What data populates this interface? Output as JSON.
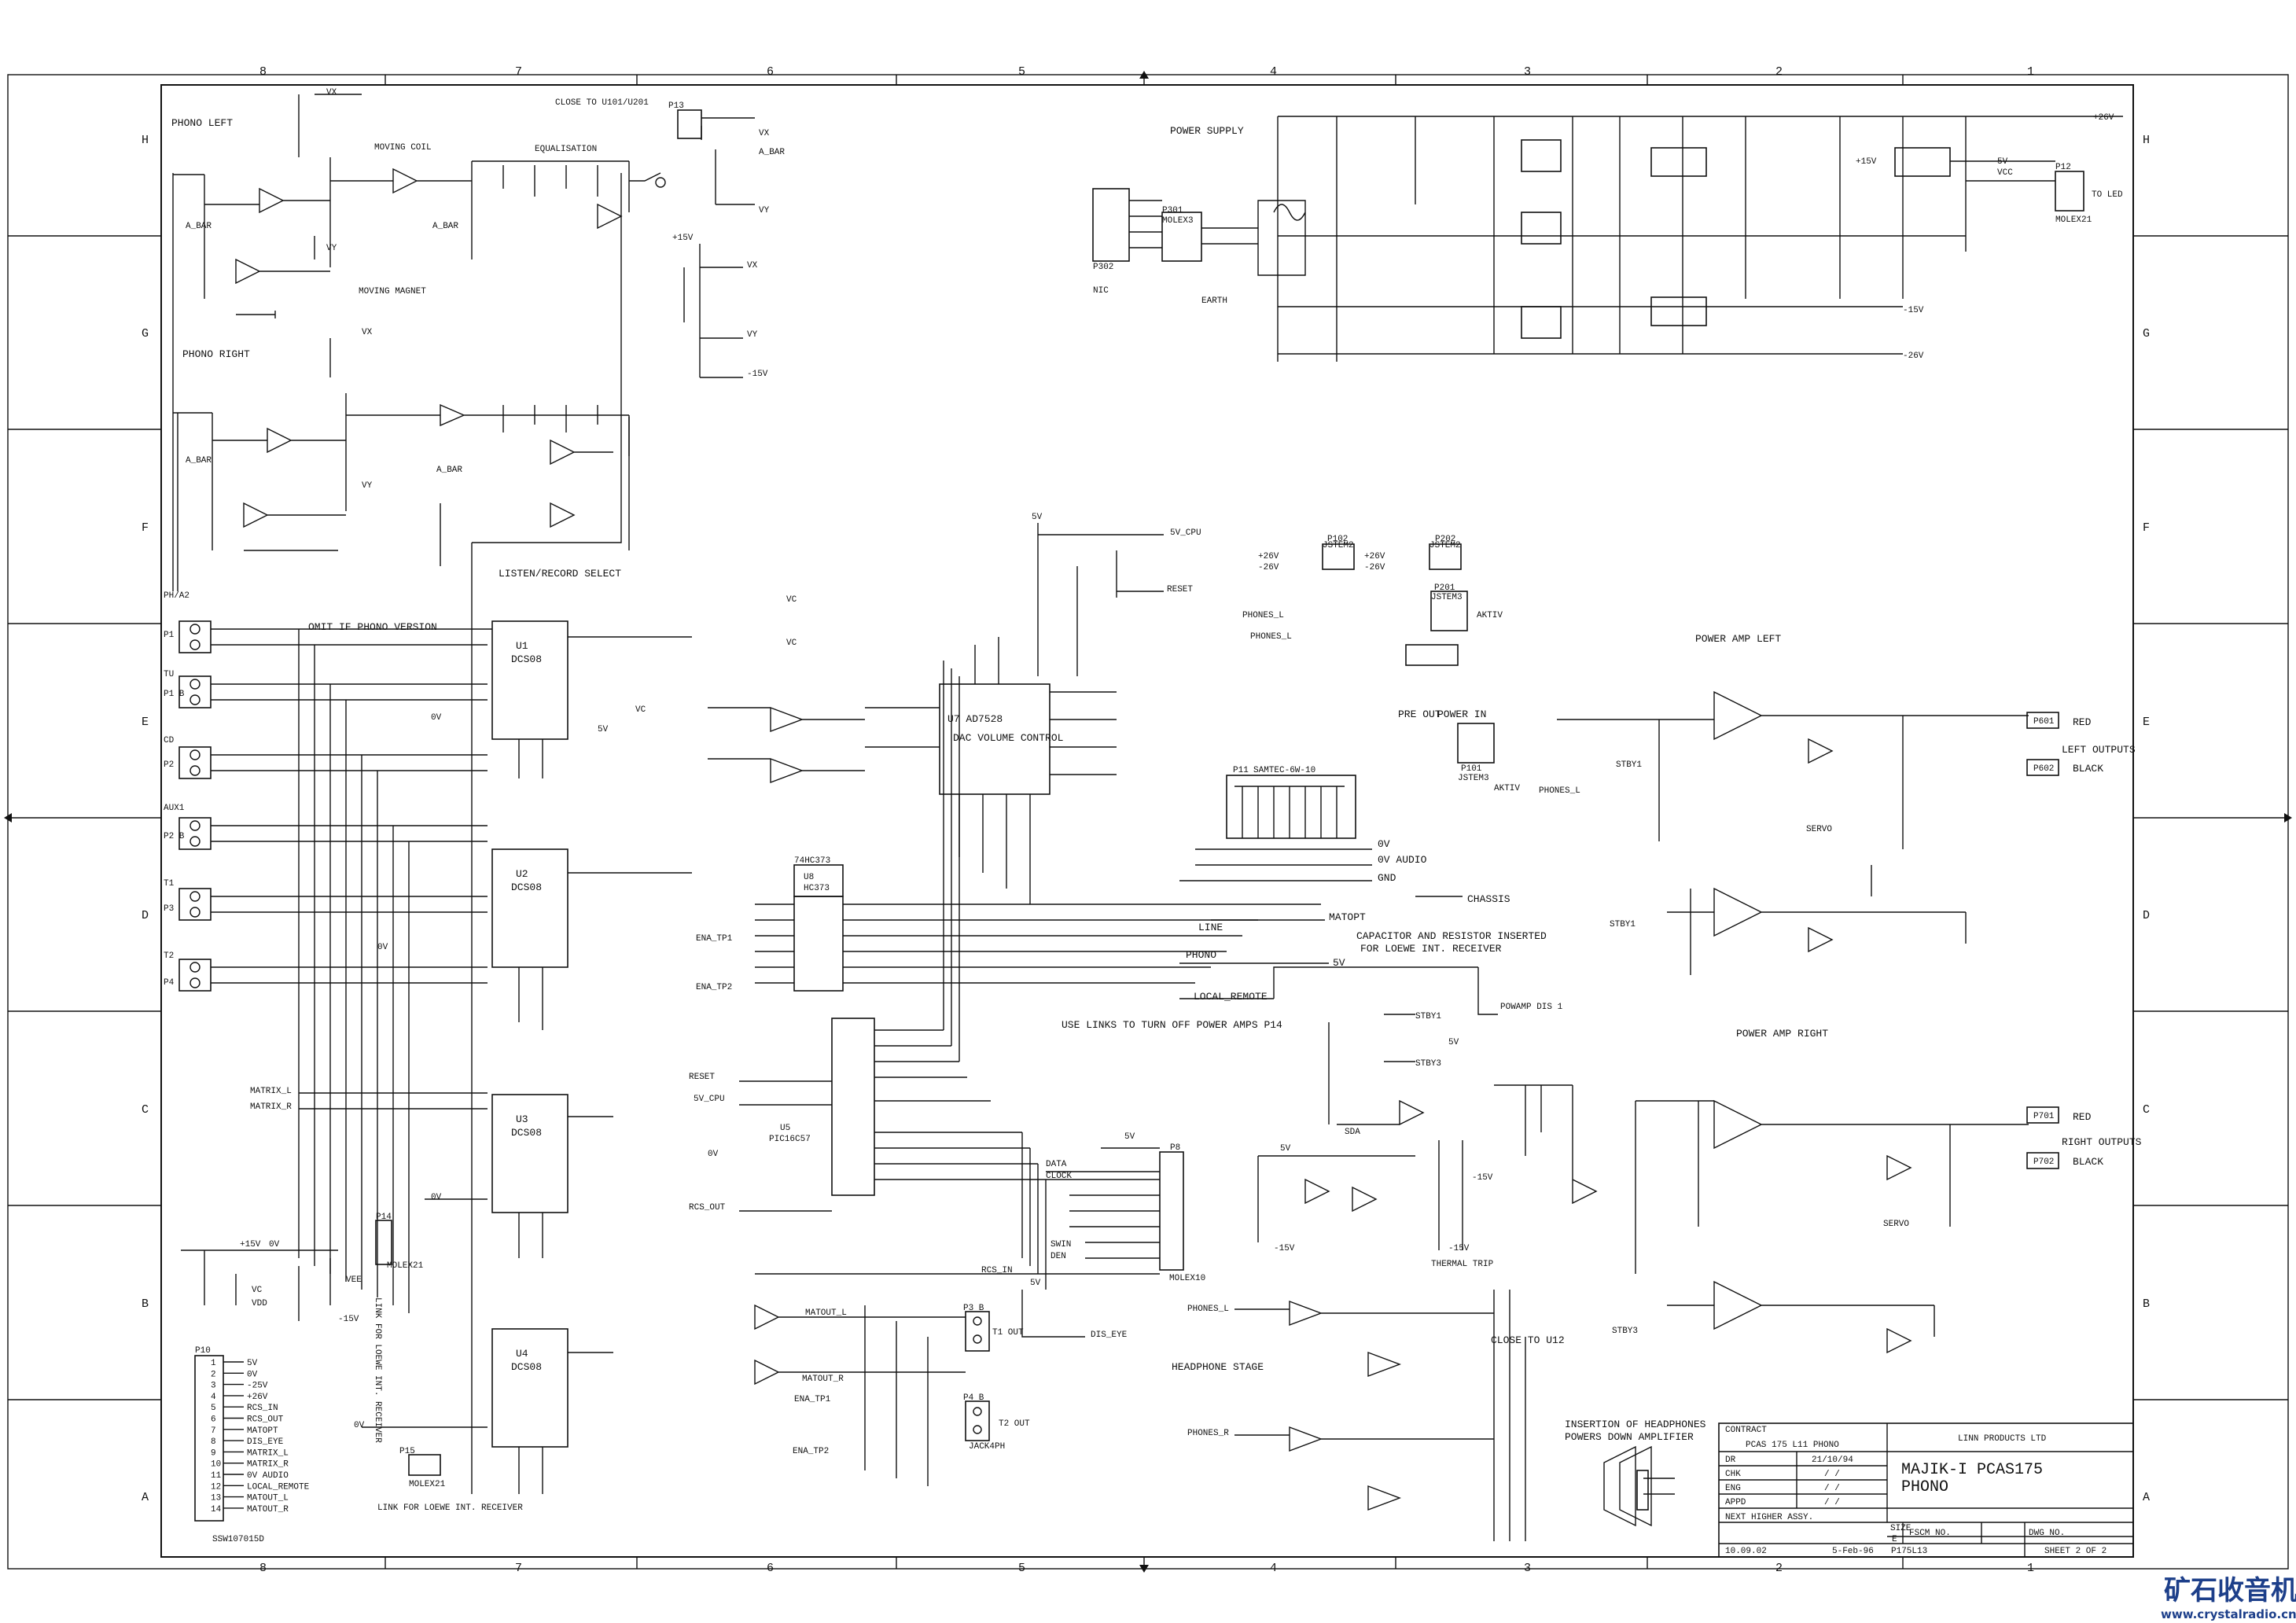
{
  "border": {
    "cols_top": [
      "8",
      "7",
      "6",
      "5",
      "4",
      "3",
      "2",
      "1"
    ],
    "cols_bottom": [
      "8",
      "7",
      "6",
      "5",
      "4",
      "3",
      "2",
      "1"
    ],
    "rows_left": [
      "H",
      "G",
      "F",
      "E",
      "D",
      "C",
      "B",
      "A"
    ],
    "rows_right": [
      "H",
      "G",
      "F",
      "E",
      "D",
      "C",
      "B",
      "A"
    ]
  },
  "sections": {
    "phono_left": "PHONO LEFT",
    "phono_right": "PHONO RIGHT",
    "moving_coil": "MOVING COIL",
    "moving_magnet": "MOVING MAGNET",
    "equalisation": "EQUALISATION",
    "close_u": "CLOSE TO U101/U201",
    "power_supply": "POWER SUPPLY",
    "listen_record": "LISTEN/RECORD SELECT",
    "omit": "OMIT IF PHONO VERSION",
    "dac": "DAC VOLUME CONTROL",
    "power_amp_left": "POWER AMP LEFT",
    "power_amp_right": "POWER AMP RIGHT",
    "left_outputs": "LEFT OUTPUTS",
    "right_outputs": "RIGHT OUTPUTS",
    "headphone_stage": "HEADPHONE STAGE",
    "cap_note_1": "CAPACITOR AND RESISTOR INSERTED",
    "cap_note_2": "FOR LOEWE INT. RECEIVER",
    "links_note": "USE LINKS TO TURN OFF POWER AMPS P14",
    "hp_note_1": "INSERTION OF HEADPHONES",
    "hp_note_2": "POWERS DOWN AMPLIFIER",
    "close_u12": "CLOSE TO U12",
    "link_loewe": "LINK FOR LOEWE INT. RECEIVER",
    "link_loewe_v": "LINK FOR LOEWE INT. RECEIVER",
    "servo": "SERVO",
    "thermal_trip": "THERMAL TRIP",
    "earth": "EARTH",
    "nic": "NIC",
    "to_led": "TO LED",
    "red": "RED",
    "black": "BLACK"
  },
  "nets": {
    "vx": "VX",
    "vy": "VY",
    "a_bar": "A_BAR",
    "v15p": "+15V",
    "v15n": "-15V",
    "v26p": "+26V",
    "v26n": "-26V",
    "v5": "5V",
    "v5cpu": "5V_CPU",
    "vcc": "VCC",
    "ov": "0V",
    "ov_audio": "0V AUDIO",
    "gnd": "GND",
    "chassis": "CHASSIS",
    "reset": "RESET",
    "phones_l": "PHONES_L",
    "phones_r": "PHONES_R",
    "matopt": "MATOPT",
    "line": "LINE",
    "phono": "PHONO",
    "local_remote": "LOCAL_REMOTE",
    "powamp_dis": "POWAMP DIS 1",
    "stby1": "STBY1",
    "stby3": "STBY3",
    "ena_tp1": "ENA_TP1",
    "ena_tp2": "ENA_TP2",
    "matrix_l": "MATRIX_L",
    "matrix_r": "MATRIX_R",
    "rcs_out": "RCS_OUT",
    "rcs_in": "RCS_IN",
    "swin": "SWIN",
    "den": "DEN",
    "data": "DATA",
    "clock": "CLOCK",
    "dis_eye": "DIS_EYE",
    "matout_l": "MATOUT_L",
    "matout_r": "MATOUT_R",
    "t1_out": "T1 OUT",
    "t2_out": "T2 OUT",
    "sda": "SDA",
    "vc": "VC",
    "vdd": "VDD",
    "vee": "VEE",
    "pre_out": "PRE OUT",
    "power_in": "POWER IN",
    "aktiv": "AKTIV"
  },
  "parts": {
    "u1": "U1",
    "u2": "U2",
    "u3": "U3",
    "u4": "U4",
    "dcs": "DCS08",
    "u7": "U7  AD7528",
    "u5": "U5",
    "pic": "PIC16C57",
    "u8": "U8",
    "hc": "74HC373",
    "hc2": "HC373",
    "p13": "P13",
    "p301": "P301",
    "p302": "P302",
    "molex3": "MOLEX3",
    "p12": "P12",
    "molex21": "MOLEX21",
    "p102": "P102",
    "p202": "P202",
    "jstem2": "JSTEM2",
    "p11": "P11",
    "samtec": "SAMTEC-6W-10",
    "p201": "P201",
    "p101": "P101",
    "jstem3": "JSTEM3",
    "p601": "P601",
    "p602": "P602",
    "p701": "P701",
    "p702": "P702",
    "p8": "P8",
    "molex10": "MOLEX10",
    "p14": "P14",
    "p15": "P15",
    "p3": "P3 B",
    "p4": "P4 B",
    "jack": "JACK4PH",
    "p10": "P10",
    "ph_a2": "PH/A2",
    "tu": "TU",
    "cd": "CD",
    "aux1": "AUX1",
    "t1": "T1",
    "t2": "T2",
    "p1": "P1",
    "p2": "P2",
    "p2b": "P2 B",
    "p1b": "P1 B",
    "p3a": "P3",
    "p4a": "P4"
  },
  "p10_pins": [
    {
      "n": "1",
      "s": "5V"
    },
    {
      "n": "2",
      "s": "0V"
    },
    {
      "n": "3",
      "s": "-25V"
    },
    {
      "n": "4",
      "s": "+26V"
    },
    {
      "n": "5",
      "s": "RCS_IN"
    },
    {
      "n": "6",
      "s": "RCS_OUT"
    },
    {
      "n": "7",
      "s": "MATOPT"
    },
    {
      "n": "8",
      "s": "DIS_EYE"
    },
    {
      "n": "9",
      "s": "MATRIX_L"
    },
    {
      "n": "10",
      "s": "MATRIX_R"
    },
    {
      "n": "11",
      "s": "0V AUDIO"
    },
    {
      "n": "12",
      "s": "LOCAL_REMOTE"
    },
    {
      "n": "13",
      "s": "MATOUT_L"
    },
    {
      "n": "14",
      "s": "MATOUT_R"
    }
  ],
  "p10_ref": "SSW107015D",
  "title_block": {
    "contract_label": "CONTRACT",
    "contract": "PCAS 175 L11 PHONO",
    "company": "LINN PRODUCTS LTD",
    "dr": "DR",
    "dr_date": "21/10/94",
    "chk": "CHK",
    "eng": "ENG",
    "appd": "APPD",
    "blank_date": "/ /",
    "title1": "MAJIK-I PCAS175",
    "title2": "PHONO",
    "next": "NEXT HIGHER ASSY.",
    "size_label": "SIZE",
    "size": "E",
    "fscm_label": "FSCM NO.",
    "dwg_label": "DWG NO.",
    "date_print": "10.09.02",
    "date_rev": "5-Feb-96",
    "file": "P175L13",
    "sheet": "SHEET 2  OF 2"
  },
  "watermark": {
    "cn": "矿石收音机",
    "url": "www.crystalradio.cn"
  }
}
